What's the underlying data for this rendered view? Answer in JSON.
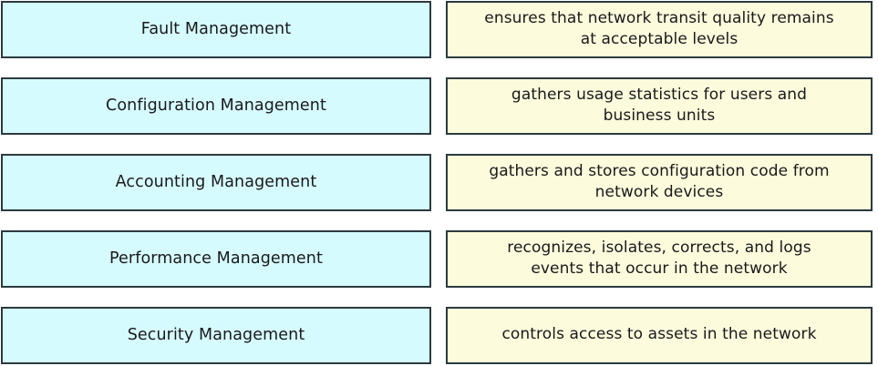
{
  "diagram": {
    "type": "two-column-matching",
    "colors": {
      "term_fill": "#d6fbff",
      "definition_fill": "#fcfbdc",
      "border": "#2c3a3f",
      "text": "#19191b",
      "background": "#ffffff"
    },
    "rows": [
      {
        "term": "Fault Management",
        "definition": "ensures that network transit quality remains\nat acceptable levels"
      },
      {
        "term": "Configuration Management",
        "definition": "gathers usage statistics for users and\nbusiness units"
      },
      {
        "term": "Accounting Management",
        "definition": "gathers and stores configuration code from\nnetwork devices"
      },
      {
        "term": "Performance Management",
        "definition": "recognizes, isolates, corrects, and logs\nevents that occur in the network"
      },
      {
        "term": "Security Management",
        "definition": "controls access to assets in the network"
      }
    ]
  }
}
